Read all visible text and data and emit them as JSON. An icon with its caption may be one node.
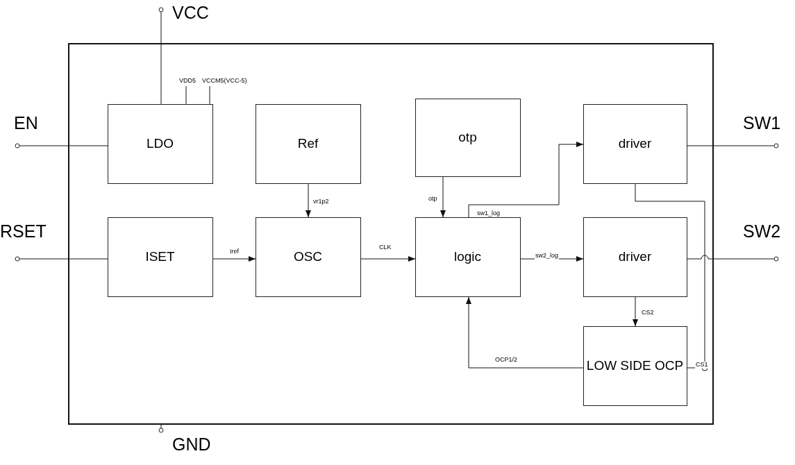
{
  "diagram": {
    "nodes": [
      {
        "text": [],
        "shape": "box"
      },
      {
        "text": [
          "VCC"
        ]
      },
      {
        "text": [
          "EN"
        ]
      },
      {
        "text": [
          "LDO"
        ],
        "in": 0
      },
      {
        "text": [
          "Ref"
        ],
        "in": 0
      },
      {
        "text": [
          "otp"
        ],
        "in": 0
      },
      {
        "text": [
          "driver"
        ],
        "in": 0
      },
      {
        "text": [
          "SW1"
        ]
      },
      {
        "text": [
          "RSET"
        ]
      },
      {
        "text": [
          "ISET"
        ],
        "in": 0
      },
      {
        "text": [
          "OSC"
        ],
        "in": 0
      },
      {
        "text": [
          "logic"
        ],
        "in": 0
      },
      {
        "text": [
          "driver"
        ],
        "in": 0
      },
      {
        "text": [
          "SW2"
        ]
      },
      {
        "text": [
          "LOW SIDE OCP"
        ],
        "in": 0
      },
      {
        "text": [
          "GND"
        ]
      }
    ],
    "edges": [
      {
        "from": 1,
        "to": 3,
        "arrow": "none"
      },
      {
        "from": 2,
        "to": 3,
        "arrow": "none"
      },
      {
        "from": 3,
        "to": null,
        "arrow": "none",
        "label": "VDD5"
      },
      {
        "from": 3,
        "to": null,
        "arrow": "none",
        "label": "VCCM5(VCC-5)"
      },
      {
        "from": 4,
        "to": 10,
        "arrow": "to",
        "label": "vr1p2"
      },
      {
        "from": 5,
        "to": 11,
        "arrow": "to",
        "label": "otp"
      },
      {
        "from": 8,
        "to": 9,
        "arrow": "none"
      },
      {
        "from": 9,
        "to": 10,
        "arrow": "to",
        "label": "Iref"
      },
      {
        "from": 10,
        "to": 11,
        "arrow": "to",
        "label": "CLK"
      },
      {
        "from": 11,
        "to": 6,
        "arrow": "to",
        "label": "sw1_log"
      },
      {
        "from": 11,
        "to": 12,
        "arrow": "to",
        "label": "sw2_log"
      },
      {
        "from": 6,
        "to": 7,
        "arrow": "none"
      },
      {
        "from": 12,
        "to": 13,
        "arrow": "none"
      },
      {
        "from": 12,
        "to": 14,
        "arrow": "to",
        "label": "CS2"
      },
      {
        "from": 14,
        "to": 11,
        "arrow": "to",
        "label": "OCP1/2"
      },
      {
        "from": 6,
        "to": 14,
        "arrow": "none",
        "label": "CS1"
      },
      {
        "from": 0,
        "to": 15,
        "arrow": "none"
      }
    ]
  }
}
